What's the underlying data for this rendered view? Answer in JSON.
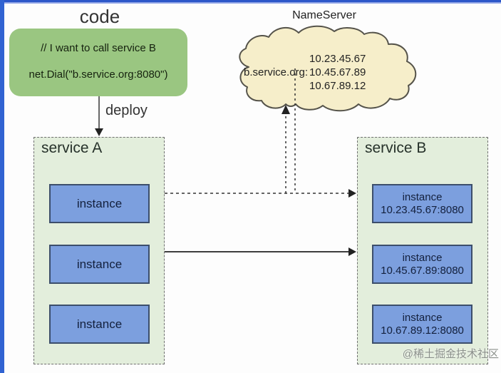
{
  "colors": {
    "frame_border_blue": "#3163d2",
    "code_box_green": "#9ac681",
    "cloud_yellow": "#f6eeca",
    "service_box_green": "#e3eedc",
    "instance_blue": "#7c9fde",
    "instance_border": "#3c4e6b"
  },
  "code_panel": {
    "title": "code",
    "comment": "// I want to call service B",
    "code": "net.Dial(\"b.service.org:8080\")",
    "deploy_label": "deploy"
  },
  "nameserver": {
    "title": "NameServer",
    "domain": "b.service.org:",
    "ips": [
      "10.23.45.67",
      "10.45.67.89",
      "10.67.89.12"
    ]
  },
  "service_a": {
    "title": "service A",
    "instances": [
      "instance",
      "instance",
      "instance"
    ]
  },
  "service_b": {
    "title": "service B",
    "instances": [
      {
        "name": "instance",
        "addr": "10.23.45.67:8080"
      },
      {
        "name": "instance",
        "addr": "10.45.67.89:8080"
      },
      {
        "name": "instance",
        "addr": "10.67.89.12:8080"
      }
    ]
  },
  "watermark": "@稀土掘金技术社区"
}
